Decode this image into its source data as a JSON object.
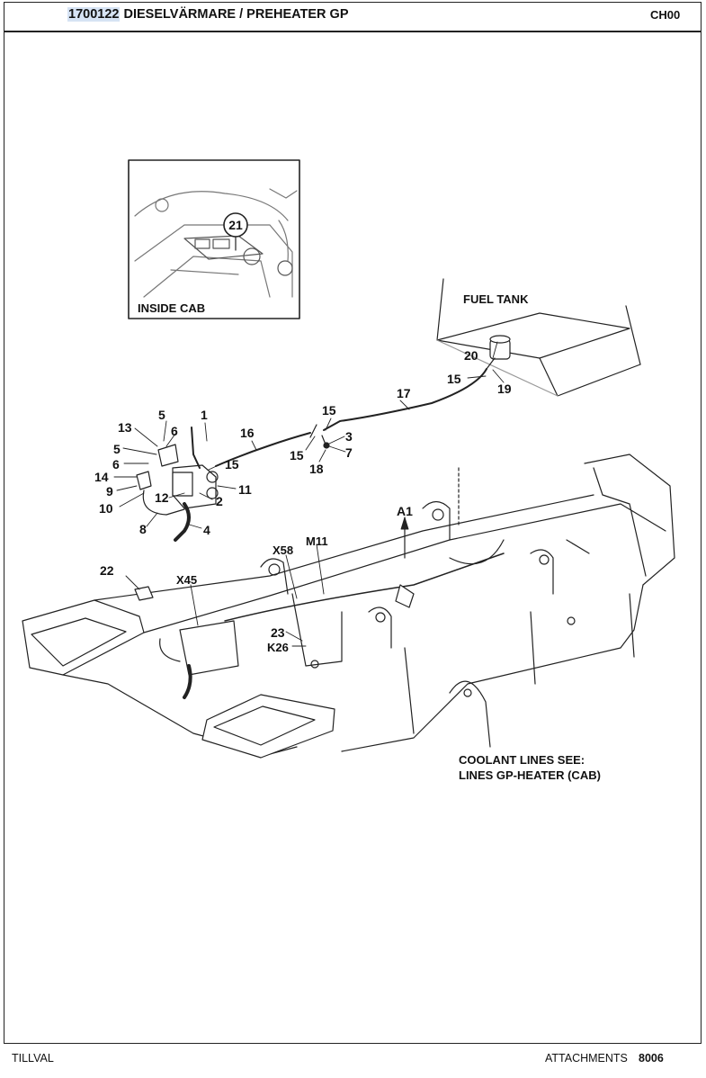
{
  "header": {
    "part_number": "1700122",
    "title": "DIESELVÄRMARE / PREHEATER GP",
    "section_code": "CH00"
  },
  "inset": {
    "caption": "INSIDE CAB",
    "callout": "21"
  },
  "callouts": {
    "fuel_tank": "FUEL TANK",
    "c20": "20",
    "c15a": "15",
    "c19": "19",
    "c17": "17",
    "c15b": "15",
    "c3": "3",
    "c15c": "15",
    "c7": "7",
    "c18": "18",
    "c16": "16",
    "c1": "1",
    "c5a": "5",
    "c6a": "6",
    "c13": "13",
    "c5b": "5",
    "c6b": "6",
    "c14": "14",
    "c9": "9",
    "c10": "10",
    "c12": "12",
    "c2": "2",
    "c11": "11",
    "c15d": "15",
    "c8": "8",
    "c4": "4",
    "a1": "A1",
    "m11": "M11",
    "x58": "X58",
    "x45": "X45",
    "c22": "22",
    "c23": "23",
    "k26": "K26"
  },
  "note": {
    "line1": "COOLANT LINES SEE:",
    "line2": "LINES GP-HEATER (CAB)"
  },
  "footer": {
    "left": "TILLVAL",
    "section": "ATTACHMENTS",
    "page": "8006"
  }
}
